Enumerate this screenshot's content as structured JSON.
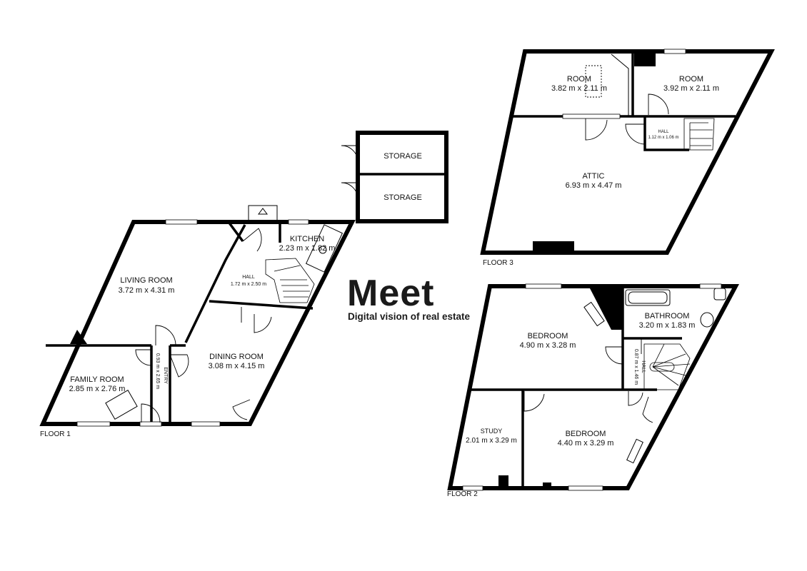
{
  "floors": [
    {
      "label": "FLOOR 1",
      "rooms": [
        {
          "name": "LIVING ROOM",
          "size": "3.72 m x 4.31 m"
        },
        {
          "name": "KITCHEN",
          "size": "2.23 m x 1.82 m"
        },
        {
          "name": "HALL",
          "size": "1.72 m x 2.50 m"
        },
        {
          "name": "DINING ROOM",
          "size": "3.08 m x 4.15 m"
        },
        {
          "name": "FAMILY ROOM",
          "size": "2.85 m x 2.76 m"
        },
        {
          "name": "ENTRY",
          "size": "0.93 m x 2.65 m"
        },
        {
          "name": "STORAGE",
          "size": ""
        },
        {
          "name": "STORAGE",
          "size": ""
        }
      ]
    },
    {
      "label": "FLOOR 2",
      "rooms": [
        {
          "name": "BEDROOM",
          "size": "4.90 m x 3.28 m"
        },
        {
          "name": "BATHROOM",
          "size": "3.20 m x 1.83 m"
        },
        {
          "name": "HALL",
          "size": "0.87 m x 1.46 m"
        },
        {
          "name": "STUDY",
          "size": "2.01 m x 3.29 m"
        },
        {
          "name": "BEDROOM",
          "size": "4.40 m x 3.29 m"
        }
      ]
    },
    {
      "label": "FLOOR 3",
      "rooms": [
        {
          "name": "ROOM",
          "size": "3.82 m x 2.11 m"
        },
        {
          "name": "ROOM",
          "size": "3.92 m x 2.11 m"
        },
        {
          "name": "HALL",
          "size": "1.12 m x 1.06 m"
        },
        {
          "name": "ATTIC",
          "size": "6.93 m x 4.47 m"
        }
      ]
    }
  ],
  "logo": {
    "name": "Meet",
    "tagline": "Digital vision of real estate"
  },
  "colors": {
    "wall": "#000000",
    "background": "#ffffff",
    "text": "#111111"
  }
}
